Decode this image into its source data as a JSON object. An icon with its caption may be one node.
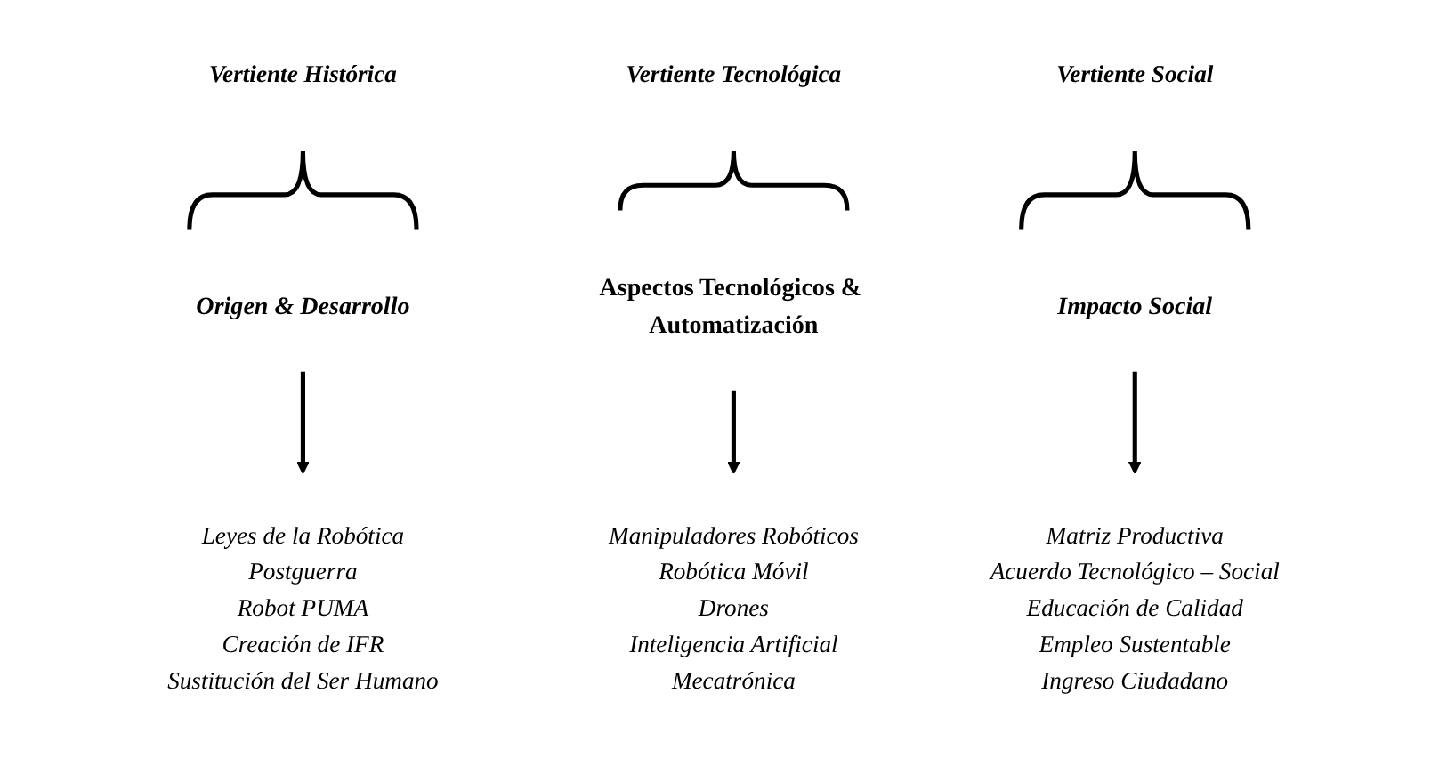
{
  "diagram": {
    "nodes": [
      {
        "text": [
          "Vertiente Histórica"
        ]
      },
      {
        "text": [
          "Vertiente Tecnológica"
        ]
      },
      {
        "text": [
          "Vertiente Social"
        ]
      },
      {
        "text": [
          "Origen & Desarrollo"
        ]
      },
      {
        "text": [
          "Aspectos Tecnológicos & Automatización"
        ]
      },
      {
        "text": [
          "Impacto Social"
        ]
      },
      {
        "text": [
          "Leyes de la Robótica",
          "Postguerra",
          "Robot PUMA",
          "Creación de IFR",
          "Sustitución del Ser Humano"
        ]
      },
      {
        "text": [
          "Manipuladores Robóticos",
          "Robótica Móvil",
          "Drones",
          "Inteligencia Artificial",
          "Mecatrónica"
        ]
      },
      {
        "text": [
          "Matriz Productiva",
          "Acuerdo Tecnológico – Social",
          "Educación de Calidad",
          "Empleo Sustentable",
          "Ingreso Ciudadano"
        ]
      }
    ],
    "edges": [
      {
        "from": 3,
        "to": 6,
        "arrow": "to"
      },
      {
        "from": 4,
        "to": 7,
        "arrow": "to"
      },
      {
        "from": 5,
        "to": 8,
        "arrow": "to"
      }
    ]
  }
}
